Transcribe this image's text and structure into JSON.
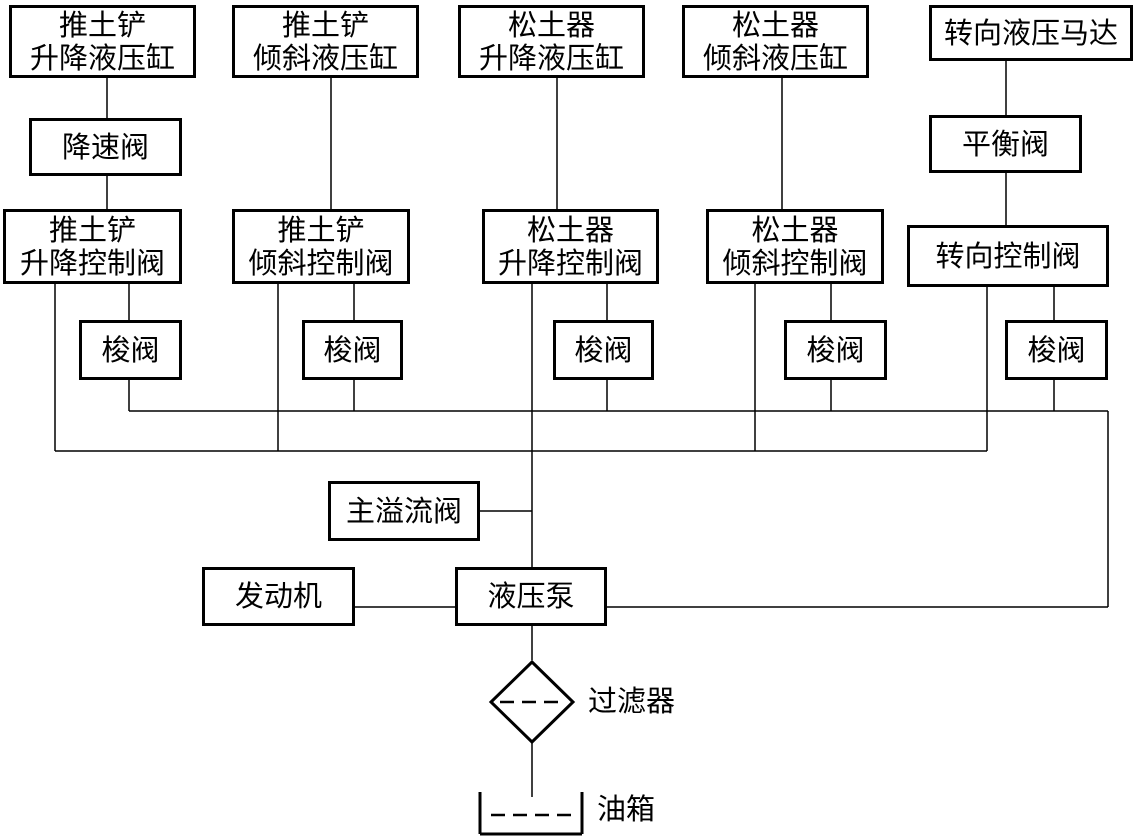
{
  "diagram": {
    "cyl_blade_lift": [
      "推土铲",
      "升降液压缸"
    ],
    "cyl_blade_tilt": [
      "推土铲",
      "倾斜液压缸"
    ],
    "cyl_ripper_lift": [
      "松土器",
      "升降液压缸"
    ],
    "cyl_ripper_tilt": [
      "松土器",
      "倾斜液压缸"
    ],
    "steer_motor": "转向液压马达",
    "reducing_valve": "降速阀",
    "balance_valve": "平衡阀",
    "ctl_blade_lift": [
      "推土铲",
      "升降控制阀"
    ],
    "ctl_blade_tilt": [
      "推土铲",
      "倾斜控制阀"
    ],
    "ctl_ripper_lift": [
      "松土器",
      "升降控制阀"
    ],
    "ctl_ripper_tilt": [
      "松土器",
      "倾斜控制阀"
    ],
    "ctl_steer": "转向控制阀",
    "shuttle_valve": "梭阀",
    "main_relief": "主溢流阀",
    "engine": "发动机",
    "pump": "液压泵",
    "filter": "过滤器",
    "tank": "油箱"
  },
  "colors": {
    "line": "#000000",
    "background": "#ffffff"
  }
}
